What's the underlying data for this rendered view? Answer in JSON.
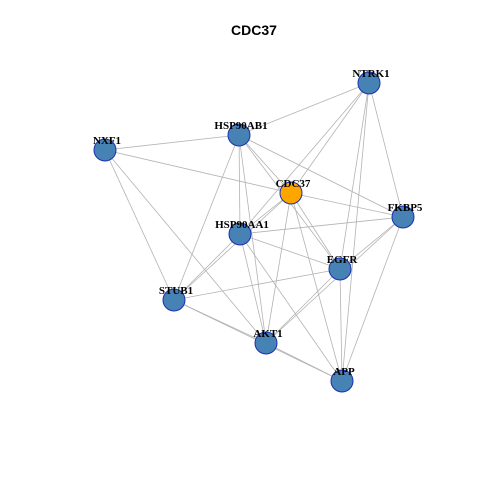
{
  "title": "CDC37",
  "colors": {
    "hub": "#FFA500",
    "node": "#4682B4",
    "node_border": "#1a2fb5",
    "edge": "#b3b3b3"
  },
  "nodes": [
    {
      "id": "CDC37",
      "label": "CDC37",
      "hub": true
    },
    {
      "id": "NTRK1",
      "label": "NTRK1",
      "hub": false
    },
    {
      "id": "HSP90AB1",
      "label": "HSP90AB1",
      "hub": false
    },
    {
      "id": "NXF1",
      "label": "NXF1",
      "hub": false
    },
    {
      "id": "FKBP5",
      "label": "FKBP5",
      "hub": false
    },
    {
      "id": "HSP90AA1",
      "label": "HSP90AA1",
      "hub": false
    },
    {
      "id": "EGFR",
      "label": "EGFR",
      "hub": false
    },
    {
      "id": "STUB1",
      "label": "STUB1",
      "hub": false
    },
    {
      "id": "AKT1",
      "label": "AKT1",
      "hub": false
    },
    {
      "id": "APP",
      "label": "APP",
      "hub": false
    }
  ],
  "edges": [
    [
      "NTRK1",
      "HSP90AB1"
    ],
    [
      "NTRK1",
      "CDC37"
    ],
    [
      "NTRK1",
      "HSP90AA1"
    ],
    [
      "NTRK1",
      "EGFR"
    ],
    [
      "NTRK1",
      "FKBP5"
    ],
    [
      "NTRK1",
      "APP"
    ],
    [
      "HSP90AB1",
      "NXF1"
    ],
    [
      "HSP90AB1",
      "CDC37"
    ],
    [
      "HSP90AB1",
      "HSP90AA1"
    ],
    [
      "HSP90AB1",
      "FKBP5"
    ],
    [
      "HSP90AB1",
      "EGFR"
    ],
    [
      "HSP90AB1",
      "STUB1"
    ],
    [
      "HSP90AB1",
      "AKT1"
    ],
    [
      "NXF1",
      "CDC37"
    ],
    [
      "NXF1",
      "STUB1"
    ],
    [
      "NXF1",
      "AKT1"
    ],
    [
      "CDC37",
      "HSP90AA1"
    ],
    [
      "CDC37",
      "FKBP5"
    ],
    [
      "CDC37",
      "EGFR"
    ],
    [
      "CDC37",
      "STUB1"
    ],
    [
      "CDC37",
      "AKT1"
    ],
    [
      "CDC37",
      "APP"
    ],
    [
      "HSP90AA1",
      "FKBP5"
    ],
    [
      "HSP90AA1",
      "EGFR"
    ],
    [
      "HSP90AA1",
      "STUB1"
    ],
    [
      "HSP90AA1",
      "AKT1"
    ],
    [
      "HSP90AA1",
      "APP"
    ],
    [
      "FKBP5",
      "EGFR"
    ],
    [
      "FKBP5",
      "AKT1"
    ],
    [
      "FKBP5",
      "APP"
    ],
    [
      "EGFR",
      "STUB1"
    ],
    [
      "EGFR",
      "AKT1"
    ],
    [
      "EGFR",
      "APP"
    ],
    [
      "STUB1",
      "AKT1"
    ],
    [
      "STUB1",
      "APP"
    ],
    [
      "AKT1",
      "APP"
    ]
  ]
}
